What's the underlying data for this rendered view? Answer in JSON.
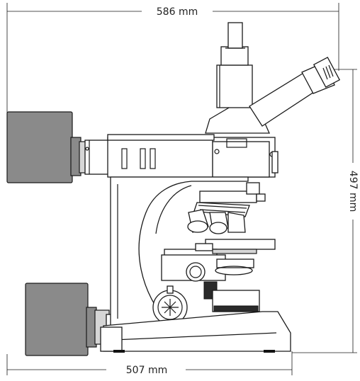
{
  "dimensions": {
    "width_top": "586 mm",
    "height_right": "497 mm",
    "width_bottom": "507 mm"
  },
  "colors": {
    "line": "#1a1a1a",
    "housing_grey": "#8a8a8a",
    "light_grey": "#d6d6d6"
  }
}
